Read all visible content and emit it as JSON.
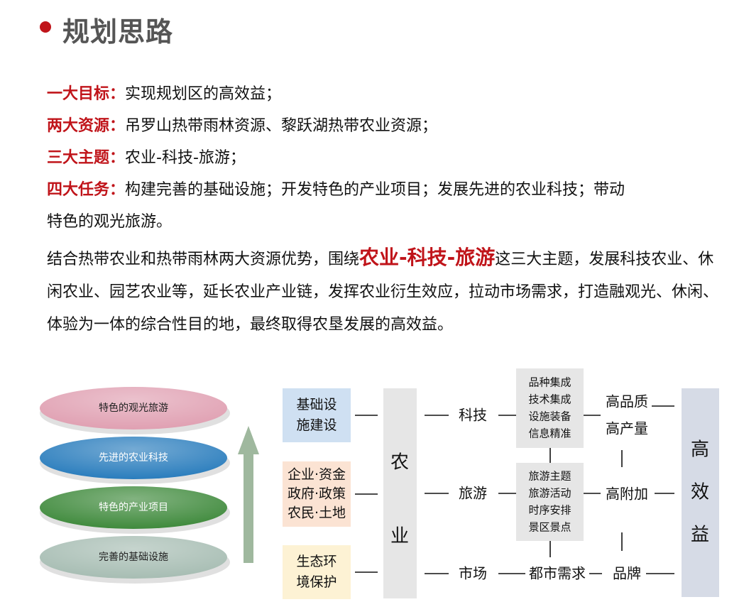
{
  "title": "规划思路",
  "summary": {
    "goal": {
      "label": "一大目标：",
      "text": "实现规划区的高效益；"
    },
    "resources": {
      "label": "两大资源：",
      "text": "吊罗山热带雨林资源、黎跃湖热带农业资源；"
    },
    "themes": {
      "label": "三大主题：",
      "text": "农业-科技-旅游；"
    },
    "tasks": {
      "label": "四大任务：",
      "text_line1": "构建完善的基础设施；开发特色的产业项目；发展先进的农业科技；带动",
      "text_line2": "特色的观光旅游。"
    }
  },
  "paragraph": {
    "before": "结合热带农业和热带雨林两大资源优势，围绕",
    "emphasis": "农业-科技-旅游",
    "after": "这三大主题，发展科技农业、休闲农业、园艺农业等，延长农业产业链，发挥农业衍生效应，拉动市场需求，打造融观光、休闲、体验为一体的综合性目的地，最终取得农垦发展的高效益。"
  },
  "stack": {
    "layers": [
      {
        "label": "特色的观光旅游",
        "color": "#e0a0b2"
      },
      {
        "label": "先进的农业科技",
        "color": "#2a7dbd"
      },
      {
        "label": "特色的产业项目",
        "color": "#3f8a3c"
      },
      {
        "label": "完善的基础设施",
        "color": "#a7bdb3"
      }
    ],
    "arrow_color": "#9fb89e"
  },
  "flow": {
    "inputs": [
      {
        "lines": [
          "基础设",
          "施建设"
        ],
        "color": "#cfe0f2"
      },
      {
        "lines": [
          "企业·资金",
          "政府·政策",
          "农民·土地"
        ],
        "color": "#fbe3d3"
      },
      {
        "lines": [
          "生态环",
          "境保护"
        ],
        "color": "#fdf2d4"
      }
    ],
    "center": {
      "lines": [
        "农",
        "业"
      ],
      "color": "#e6e6e6"
    },
    "branches": [
      "科技",
      "旅游",
      "市场"
    ],
    "detail_boxes": [
      {
        "lines": [
          "品种集成",
          "技术集成",
          "设施装备",
          "信息精准"
        ]
      },
      {
        "lines": [
          "旅游主题",
          "旅游活动",
          "时序安排",
          "景区景点"
        ]
      }
    ],
    "market_link": "都市需求",
    "outcomes": {
      "top": [
        "高品质",
        "高产量"
      ],
      "middle": "高附加",
      "bottom": "品牌"
    },
    "result": {
      "lines": [
        "高",
        "效",
        "益"
      ],
      "color": "#d6dbe6"
    }
  }
}
